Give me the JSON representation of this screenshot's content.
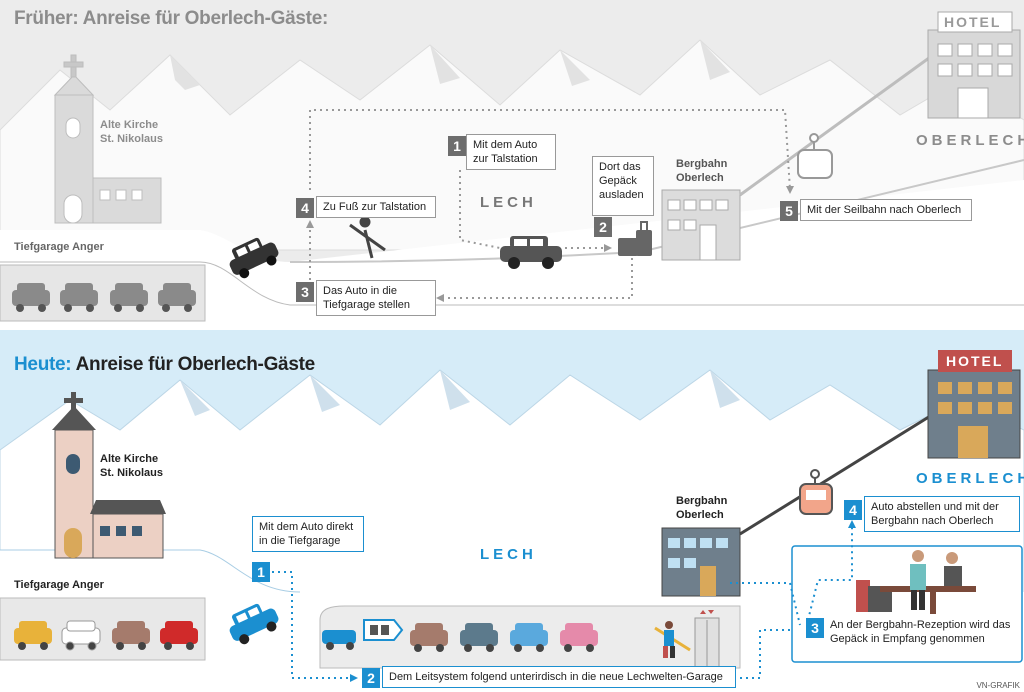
{
  "top": {
    "title": "Früher: Anreise für Oberlech-Gäste:",
    "church_label": "Alte Kirche\nSt. Nikolaus",
    "garage_label": "Tiefgarage Anger",
    "lech": "LECH",
    "oberlech": "OBERLECH",
    "hotel": "HOTEL",
    "bergbahn": "Bergbahn\nOberlech",
    "steps": [
      {
        "n": "1",
        "text": "Mit dem Auto\nzur Talstation"
      },
      {
        "n": "2",
        "text": "Dort das\nGepäck\nausladen"
      },
      {
        "n": "3",
        "text": "Das Auto in die\nTiefgarage stellen"
      },
      {
        "n": "4",
        "text": "Zu Fuß zur Talstation"
      },
      {
        "n": "5",
        "text": "Mit der Seilbahn nach Oberlech"
      }
    ]
  },
  "bottom": {
    "title_prefix": "Heute:",
    "title_rest": " Anreise für Oberlech-Gäste",
    "church_label": "Alte Kirche\nSt. Nikolaus",
    "garage_label": "Tiefgarage Anger",
    "lech": "LECH",
    "oberlech": "OBERLECH",
    "hotel": "HOTEL",
    "bergbahn": "Bergbahn\nOberlech",
    "steps": [
      {
        "n": "1",
        "text": "Mit dem Auto direkt\nin die Tiefgarage"
      },
      {
        "n": "2",
        "text": "Dem Leitsystem folgend unterirdisch in die neue Lechwelten-Garage"
      },
      {
        "n": "3",
        "text": "An der Bergbahn-Rezeption wird das\nGepäck in Empfang genommen"
      },
      {
        "n": "4",
        "text": "Auto abstellen und mit der\nBergbahn nach Oberlech"
      }
    ]
  },
  "credit": "VN-GRAFIK",
  "colors": {
    "grey_panel": "#ececec",
    "blue_sky": "#d6ecf8",
    "accent_blue": "#1b8fd0",
    "hotel_red": "#c0504d",
    "church_pink": "#ecd0c4"
  },
  "icons": [
    "church-icon",
    "car-icon",
    "luggage-icon",
    "cable-car-icon",
    "hotel-icon",
    "skier-icon",
    "elevator-icon",
    "reception-icon"
  ]
}
